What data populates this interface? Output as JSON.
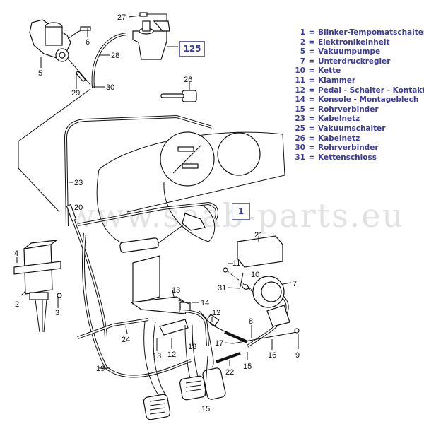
{
  "diagram": {
    "title_box": "125",
    "group_box": "1",
    "watermark": "www.saab-parts.eu",
    "accent_color": "#3c3c9a",
    "part_labels": {
      "p1": "1",
      "p2": "2",
      "p3": "3",
      "p4": "4",
      "p5": "5",
      "p6": "6",
      "p7": "7",
      "p8": "8",
      "p9": "9",
      "p10": "10",
      "p11": "11",
      "p12a": "12",
      "p12b": "12",
      "p13a": "13",
      "p13b": "13",
      "p14": "14",
      "p15a": "15",
      "p15b": "15",
      "p16": "16",
      "p17": "17",
      "p18": "18",
      "p19": "19",
      "p20": "20",
      "p21": "21",
      "p22": "22",
      "p23": "23",
      "p24": "24",
      "p26": "26",
      "p27": "27",
      "p28": "28",
      "p29": "29",
      "p30": "30",
      "p31": "31"
    }
  },
  "legend": [
    {
      "num": "1",
      "eq": "=",
      "desc": "Blinker-Tempomatschalter"
    },
    {
      "num": "2",
      "eq": "=",
      "desc": "Elektronikeinheit"
    },
    {
      "num": "5",
      "eq": "=",
      "desc": "Vakuumpumpe"
    },
    {
      "num": "7",
      "eq": "=",
      "desc": "Unterdruckregler"
    },
    {
      "num": "10",
      "eq": "=",
      "desc": "Kette"
    },
    {
      "num": "11",
      "eq": "=",
      "desc": "Klammer"
    },
    {
      "num": "12",
      "eq": "=",
      "desc": "Pedal - Schalter - Kontakte"
    },
    {
      "num": "14",
      "eq": "=",
      "desc": "Konsole - Montageblech"
    },
    {
      "num": "15",
      "eq": "=",
      "desc": "Rohrverbinder"
    },
    {
      "num": "23",
      "eq": "=",
      "desc": "Kabelnetz"
    },
    {
      "num": "25",
      "eq": "=",
      "desc": "Vakuumschalter"
    },
    {
      "num": "26",
      "eq": "=",
      "desc": "Kabelnetz"
    },
    {
      "num": "30",
      "eq": "=",
      "desc": "Rohrverbinder"
    },
    {
      "num": "31",
      "eq": "=",
      "desc": "Kettenschloss"
    }
  ]
}
